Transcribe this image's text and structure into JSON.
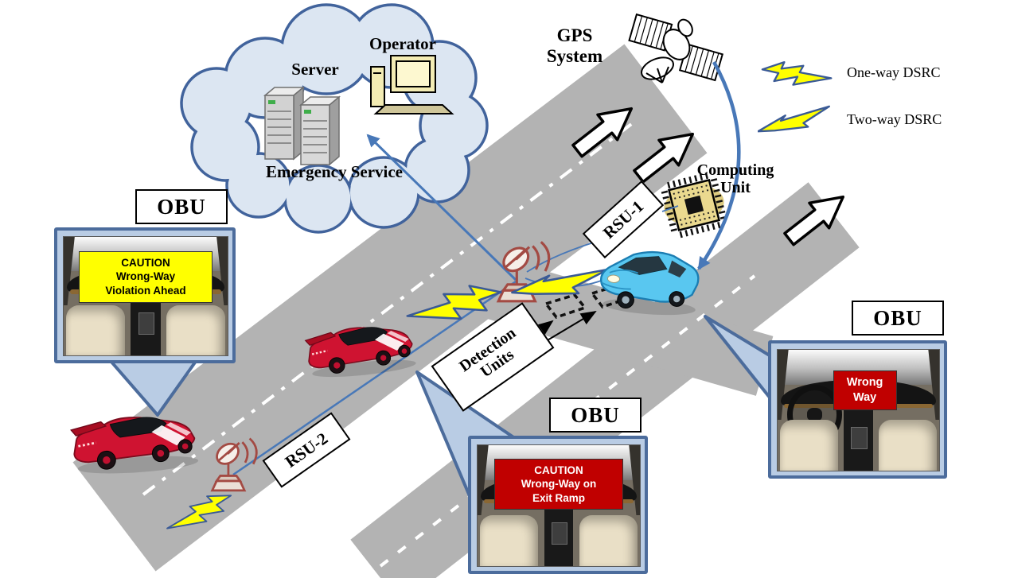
{
  "cloud": {
    "server": "Server",
    "operator": "Operator",
    "emergency": "Emergency Service"
  },
  "gps": {
    "line1": "GPS",
    "line2": "System"
  },
  "legend": {
    "one_way": "One-way DSRC",
    "two_way": "Two-way DSRC"
  },
  "computing": {
    "line1": "Computing",
    "line2": "Unit"
  },
  "rsu1": {
    "label": "RSU-1"
  },
  "rsu2": {
    "label": "RSU-2"
  },
  "detection": {
    "line1": "Detection",
    "line2": "Units"
  },
  "obu_left": {
    "title": "OBU",
    "w1": "CAUTION",
    "w2": "Wrong-Way",
    "w3": "Violation Ahead"
  },
  "obu_center": {
    "title": "OBU",
    "w1": "CAUTION",
    "w2": "Wrong-Way on",
    "w3": "Exit Ramp"
  },
  "obu_right": {
    "title": "OBU",
    "w1": "Wrong",
    "w2": "Way"
  },
  "colors": {
    "road_gray": "#b3b3b3",
    "cloud_fill": "#dce6f2",
    "cloud_border": "#41639c",
    "connector_blue": "#4878b8",
    "dsrc_bolt_yellow": "#ffff00",
    "bolt_outline": "#3a5a96",
    "warning_red": "#C00000",
    "warning_yellow": "#FFFF00",
    "callout_fill": "#b9cce4",
    "callout_border": "#4c6c9c",
    "rsu_icon_red": "#a34a43",
    "wrong_way_car_red": "#cf1331",
    "obu_car_blue": "#59c7f0"
  },
  "icons": [
    "gps-satellite-icon",
    "server-towers-icon",
    "operator-workstation-icon",
    "computing-chip-icon",
    "rsu-antenna-icon",
    "dsrc-bolt-icon",
    "road-arrow-icon",
    "detection-loop-icon",
    "wrong-way-car-icon",
    "obu-car-icon",
    "car-interior-photo"
  ]
}
